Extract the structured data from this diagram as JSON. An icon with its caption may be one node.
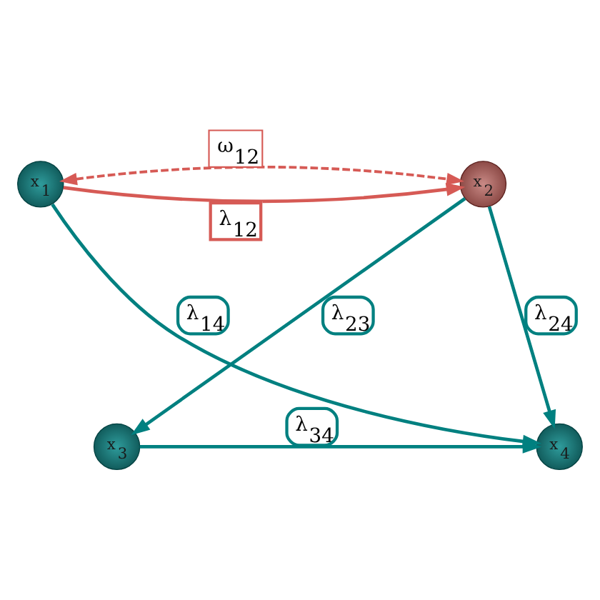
{
  "diagram": {
    "nodes": [
      {
        "text": [
          "x$_{1}$"
        ]
      },
      {
        "text": [
          "x$_{2}$"
        ]
      },
      {
        "text": [
          "x$_{3}$"
        ]
      },
      {
        "text": [
          "x$_{4}$"
        ]
      }
    ],
    "edges": [
      {
        "from": 0,
        "to": 1,
        "arrow": "to",
        "label": "λ$_{12}$",
        "color": "#d65a55"
      },
      {
        "from": 0,
        "to": 1,
        "arrow": "both",
        "label": "ω$_{12}$",
        "style": "dashed",
        "color": "#d65a55"
      },
      {
        "from": 0,
        "to": 3,
        "arrow": "to",
        "label": "λ$_{14}$"
      },
      {
        "from": 1,
        "to": 2,
        "arrow": "to",
        "label": "λ$_{23}$"
      },
      {
        "from": 1,
        "to": 3,
        "arrow": "to",
        "label": "λ$_{24}$"
      },
      {
        "from": 2,
        "to": 3,
        "arrow": "to",
        "label": "λ$_{34}$"
      }
    ]
  }
}
